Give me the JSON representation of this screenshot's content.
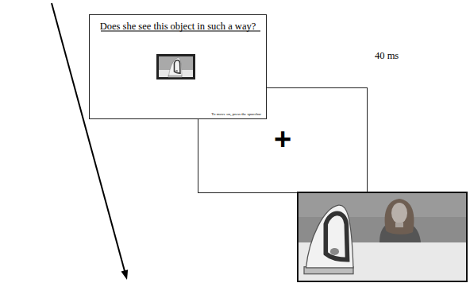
{
  "diagram": {
    "nodes": [
      {
        "text": [
          "Does she see this object in such a way?",
          "To move on, press the spacebar"
        ]
      },
      {
        "text": [
          "+"
        ]
      }
    ],
    "labels": [
      "40 ms"
    ]
  }
}
